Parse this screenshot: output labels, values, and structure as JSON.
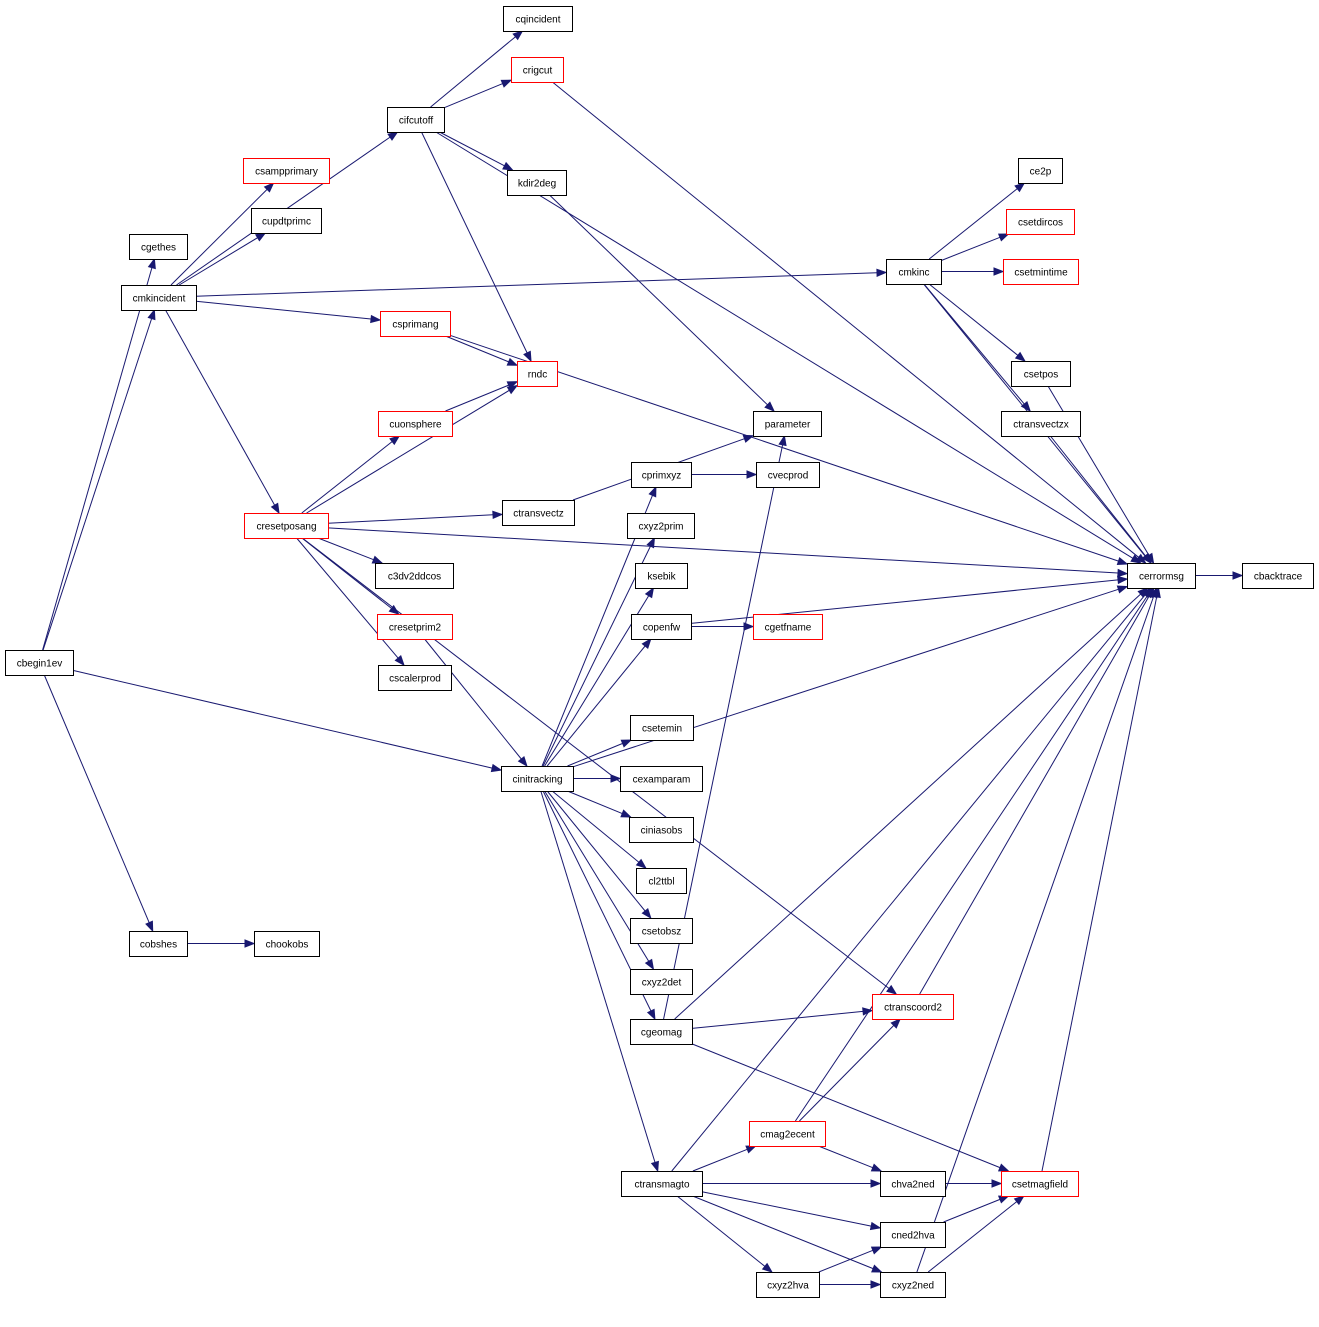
{
  "colors": {
    "edge": "#191970",
    "border_normal": "#000000",
    "border_link": "#ff0000",
    "root_fill": "#bfbfbf"
  },
  "nodes": {
    "cbegin1ev": {
      "label": "cbegin1ev",
      "style": "root"
    },
    "cgethes": {
      "label": "cgethes",
      "style": "normal"
    },
    "cmkincident": {
      "label": "cmkincident",
      "style": "normal"
    },
    "cobshes": {
      "label": "cobshes",
      "style": "normal"
    },
    "chookobs": {
      "label": "chookobs",
      "style": "normal"
    },
    "cifcutoff": {
      "label": "cifcutoff",
      "style": "normal"
    },
    "csampprimary": {
      "label": "csampprimary",
      "style": "red"
    },
    "cupdtprimc": {
      "label": "cupdtprimc",
      "style": "normal"
    },
    "cmkinc": {
      "label": "cmkinc",
      "style": "normal"
    },
    "csprimang": {
      "label": "csprimang",
      "style": "red"
    },
    "cresetposang": {
      "label": "cresetposang",
      "style": "red"
    },
    "cqincident": {
      "label": "cqincident",
      "style": "normal"
    },
    "crigcut": {
      "label": "crigcut",
      "style": "red"
    },
    "kdir2deg": {
      "label": "kdir2deg",
      "style": "normal"
    },
    "rndc": {
      "label": "rndc",
      "style": "red"
    },
    "cerrormsg": {
      "label": "cerrormsg",
      "style": "normal"
    },
    "cbacktrace": {
      "label": "cbacktrace",
      "style": "normal"
    },
    "parameter": {
      "label": "parameter",
      "style": "normal"
    },
    "ce2p": {
      "label": "ce2p",
      "style": "normal"
    },
    "csetdircos": {
      "label": "csetdircos",
      "style": "red"
    },
    "csetmintime": {
      "label": "csetmintime",
      "style": "red"
    },
    "csetpos": {
      "label": "csetpos",
      "style": "normal"
    },
    "ctransvectzx": {
      "label": "ctransvectzx",
      "style": "normal"
    },
    "cuonsphere": {
      "label": "cuonsphere",
      "style": "red"
    },
    "ctransvectz": {
      "label": "ctransvectz",
      "style": "normal"
    },
    "c3dv2ddcos": {
      "label": "c3dv2ddcos",
      "style": "normal"
    },
    "cresetprim2": {
      "label": "cresetprim2",
      "style": "red"
    },
    "cscalerprod": {
      "label": "cscalerprod",
      "style": "normal"
    },
    "cinitracking": {
      "label": "cinitracking",
      "style": "normal"
    },
    "cprimxyz": {
      "label": "cprimxyz",
      "style": "normal"
    },
    "cvecprod": {
      "label": "cvecprod",
      "style": "normal"
    },
    "cxyz2prim": {
      "label": "cxyz2prim",
      "style": "normal"
    },
    "ksebik": {
      "label": "ksebik",
      "style": "normal"
    },
    "copenfw": {
      "label": "copenfw",
      "style": "normal"
    },
    "cgetfname": {
      "label": "cgetfname",
      "style": "red"
    },
    "csetemin": {
      "label": "csetemin",
      "style": "normal"
    },
    "cexamparam": {
      "label": "cexamparam",
      "style": "normal"
    },
    "ciniasobs": {
      "label": "ciniasobs",
      "style": "normal"
    },
    "cl2ttbl": {
      "label": "cl2ttbl",
      "style": "normal"
    },
    "csetobsz": {
      "label": "csetobsz",
      "style": "normal"
    },
    "cxyz2det": {
      "label": "cxyz2det",
      "style": "normal"
    },
    "cgeomag": {
      "label": "cgeomag",
      "style": "normal"
    },
    "ctranscoord2": {
      "label": "ctranscoord2",
      "style": "red"
    },
    "ctransmagto": {
      "label": "ctransmagto",
      "style": "normal"
    },
    "cmag2ecent": {
      "label": "cmag2ecent",
      "style": "red"
    },
    "chva2ned": {
      "label": "chva2ned",
      "style": "normal"
    },
    "csetmagfield": {
      "label": "csetmagfield",
      "style": "red"
    },
    "cned2hva": {
      "label": "cned2hva",
      "style": "normal"
    },
    "cxyz2hva": {
      "label": "cxyz2hva",
      "style": "normal"
    },
    "cxyz2ned": {
      "label": "cxyz2ned",
      "style": "normal"
    }
  },
  "edges": [
    [
      "cbegin1ev",
      "cgethes"
    ],
    [
      "cbegin1ev",
      "cmkincident"
    ],
    [
      "cbegin1ev",
      "cobshes"
    ],
    [
      "cbegin1ev",
      "cinitracking"
    ],
    [
      "cobshes",
      "chookobs"
    ],
    [
      "cmkincident",
      "cifcutoff"
    ],
    [
      "cmkincident",
      "csampprimary"
    ],
    [
      "cmkincident",
      "cupdtprimc"
    ],
    [
      "cmkincident",
      "cmkinc"
    ],
    [
      "cmkincident",
      "csprimang"
    ],
    [
      "cmkincident",
      "cresetposang"
    ],
    [
      "cifcutoff",
      "cqincident"
    ],
    [
      "cifcutoff",
      "crigcut"
    ],
    [
      "cifcutoff",
      "cerrormsg"
    ],
    [
      "cifcutoff",
      "kdir2deg"
    ],
    [
      "cifcutoff",
      "rndc"
    ],
    [
      "crigcut",
      "cerrormsg"
    ],
    [
      "kdir2deg",
      "parameter"
    ],
    [
      "cmkinc",
      "ce2p"
    ],
    [
      "cmkinc",
      "csetdircos"
    ],
    [
      "cmkinc",
      "csetmintime"
    ],
    [
      "cmkinc",
      "csetpos"
    ],
    [
      "cmkinc",
      "ctransvectzx"
    ],
    [
      "cmkinc",
      "cerrormsg"
    ],
    [
      "csprimang",
      "rndc"
    ],
    [
      "csprimang",
      "cerrormsg"
    ],
    [
      "csetpos",
      "cerrormsg"
    ],
    [
      "ctransvectzx",
      "cerrormsg"
    ],
    [
      "cerrormsg",
      "cbacktrace"
    ],
    [
      "cresetposang",
      "rndc"
    ],
    [
      "cresetposang",
      "cuonsphere"
    ],
    [
      "cresetposang",
      "cerrormsg"
    ],
    [
      "cresetposang",
      "ctransvectz"
    ],
    [
      "cresetposang",
      "c3dv2ddcos"
    ],
    [
      "cresetposang",
      "cresetprim2"
    ],
    [
      "cresetposang",
      "cscalerprod"
    ],
    [
      "cresetposang",
      "ctranscoord2"
    ],
    [
      "cuonsphere",
      "rndc"
    ],
    [
      "ctransvectz",
      "parameter"
    ],
    [
      "cresetprim2",
      "cinitracking"
    ],
    [
      "cinitracking",
      "cprimxyz"
    ],
    [
      "cinitracking",
      "cxyz2prim"
    ],
    [
      "cinitracking",
      "ksebik"
    ],
    [
      "cinitracking",
      "copenfw"
    ],
    [
      "cinitracking",
      "cerrormsg"
    ],
    [
      "cinitracking",
      "csetemin"
    ],
    [
      "cinitracking",
      "cexamparam"
    ],
    [
      "cinitracking",
      "ciniasobs"
    ],
    [
      "cinitracking",
      "cl2ttbl"
    ],
    [
      "cinitracking",
      "csetobsz"
    ],
    [
      "cinitracking",
      "cxyz2det"
    ],
    [
      "cinitracking",
      "cgeomag"
    ],
    [
      "cinitracking",
      "ctransmagto"
    ],
    [
      "cprimxyz",
      "cvecprod"
    ],
    [
      "copenfw",
      "cgetfname"
    ],
    [
      "copenfw",
      "cerrormsg"
    ],
    [
      "cgeomag",
      "parameter"
    ],
    [
      "cgeomag",
      "cerrormsg"
    ],
    [
      "cgeomag",
      "ctranscoord2"
    ],
    [
      "cgeomag",
      "csetmagfield"
    ],
    [
      "ctranscoord2",
      "cerrormsg"
    ],
    [
      "ctransmagto",
      "cmag2ecent"
    ],
    [
      "ctransmagto",
      "chva2ned"
    ],
    [
      "ctransmagto",
      "cned2hva"
    ],
    [
      "ctransmagto",
      "cxyz2hva"
    ],
    [
      "ctransmagto",
      "cxyz2ned"
    ],
    [
      "ctransmagto",
      "cerrormsg"
    ],
    [
      "cmag2ecent",
      "ctranscoord2"
    ],
    [
      "cmag2ecent",
      "chva2ned"
    ],
    [
      "cmag2ecent",
      "cerrormsg"
    ],
    [
      "chva2ned",
      "csetmagfield"
    ],
    [
      "cned2hva",
      "csetmagfield"
    ],
    [
      "cxyz2hva",
      "cned2hva"
    ],
    [
      "cxyz2hva",
      "cxyz2ned"
    ],
    [
      "cxyz2ned",
      "csetmagfield"
    ],
    [
      "cxyz2ned",
      "cerrormsg"
    ],
    [
      "csetmagfield",
      "cerrormsg"
    ]
  ]
}
